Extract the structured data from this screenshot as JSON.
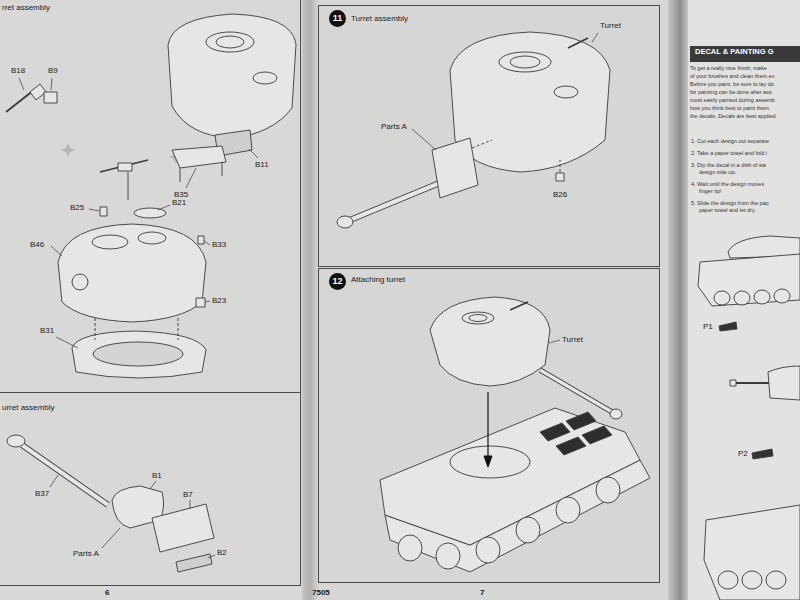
{
  "diagram": {
    "nodes": [
      {
        "text": [
          "rret assembly"
        ]
      },
      {
        "text": [
          "urret assembly"
        ]
      },
      {
        "text": [
          "Turret assembly"
        ]
      },
      {
        "text": [
          "11"
        ],
        "in": 2
      },
      {
        "text": [
          "Attaching turret"
        ]
      },
      {
        "text": [
          "12"
        ],
        "in": 4
      },
      {
        "text": [
          "DECAL & PAINTING G"
        ]
      }
    ],
    "labels": [
      "B18",
      "B9",
      "B11",
      "B35",
      "B21",
      "B25",
      "B33",
      "B46",
      "B23",
      "B31",
      "B37",
      "B1",
      "B7",
      "Parts A",
      "B2",
      "6",
      "7505",
      "7",
      "Turret",
      "Parts A",
      "B26",
      "Turret",
      "To get a really nice finish, make",
      "of your brushes and clean them ev",
      "Before you paint, be sure to lay do",
      "for painting can be done after ass",
      "most easily painted during assemb",
      "how you think best to paint them.",
      "the decals. Decals are best applied",
      "1. Cut each design out separate",
      "2. Take a paper towel and fold i",
      "3. Dip the decal in a dish of wa",
      "design side up.",
      "4. Wait until the design moves",
      "finger tip!",
      "5. Slide the design from the pap",
      "paper towel and let dry.",
      "P1",
      "P2"
    ]
  }
}
